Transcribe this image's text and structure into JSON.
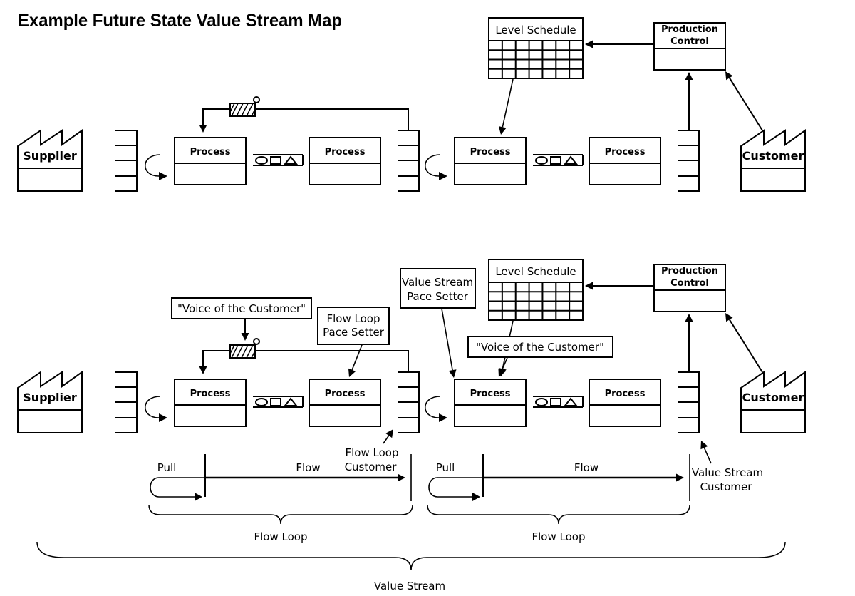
{
  "title": "Example Future State Value Stream Map",
  "top_map": {
    "supplier": "Supplier",
    "customer": "Customer",
    "process_1": "Process",
    "process_2": "Process",
    "process_3": "Process",
    "process_4": "Process",
    "level_schedule": "Level Schedule",
    "production_control": [
      "Production",
      "Control"
    ]
  },
  "bottom_map": {
    "supplier": "Supplier",
    "customer": "Customer",
    "process_1": "Process",
    "process_2": "Process",
    "process_3": "Process",
    "process_4": "Process",
    "level_schedule": "Level Schedule",
    "production_control": [
      "Production",
      "Control"
    ],
    "voice_of_customer_1": "\"Voice of the Customer\"",
    "voice_of_customer_2": "\"Voice of the Customer\"",
    "flow_loop_pace_setter": [
      "Flow Loop",
      "Pace Setter"
    ],
    "value_stream_pace_setter": [
      "Value Stream",
      "Pace Setter"
    ],
    "flow_loop_customer": [
      "Flow Loop",
      "Customer"
    ],
    "value_stream_customer": [
      "Value Stream",
      "Customer"
    ]
  },
  "loops": [
    {
      "pull": "Pull",
      "flow": "Flow",
      "label": "Flow Loop"
    },
    {
      "pull": "Pull",
      "flow": "Flow",
      "label": "Flow Loop"
    }
  ],
  "value_stream_label": "Value Stream",
  "colors": {
    "ink": "#000000",
    "background": "#ffffff"
  }
}
